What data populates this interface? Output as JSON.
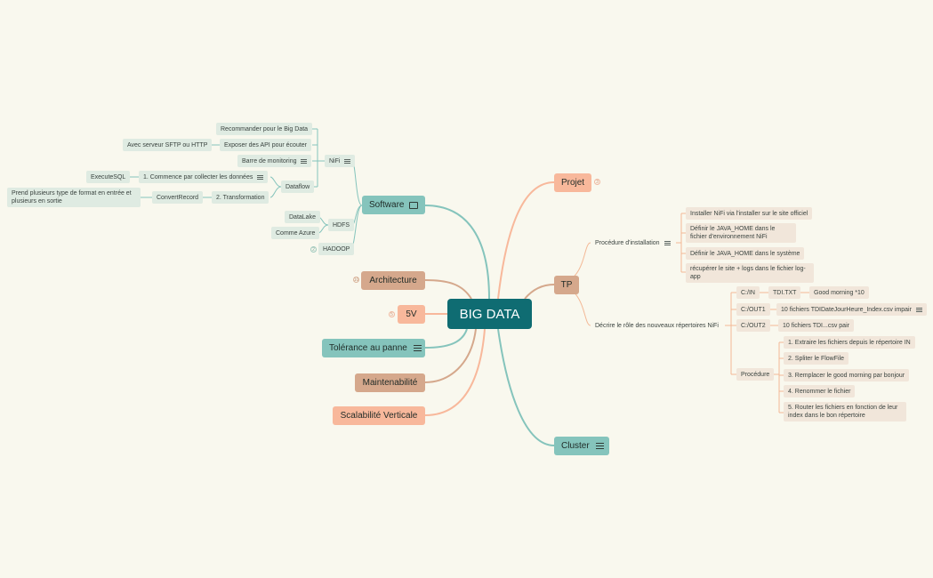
{
  "root": "BIG DATA",
  "nodes": {
    "software": "Software",
    "architecture": "Architecture",
    "fivev": "5V",
    "tolerance": "Tolérance au panne",
    "maintenabilite": "Maintenabilité",
    "scalabilite": "Scalabilité Verticale",
    "projet": "Projet",
    "tp": "TP",
    "cluster": "Cluster"
  },
  "software": {
    "nifi": "NiFi",
    "recommander": "Recommander pour le Big Data",
    "exposer": "Exposer des API pour écouter",
    "sftp": "Avec serveur SFTP ou HTTP",
    "barre": "Barre de monitoring",
    "dataflow": "Dataflow",
    "commence": "1. Commence par collecter les données",
    "executesql": "ExecuteSQL",
    "transformation": "2. Transformation",
    "convertrecord": "ConvertRecord",
    "formats": "Prend plusieurs type de format en entrée et plusieurs en sortie",
    "hdfs": "HDFS",
    "datalake": "DataLake",
    "azure": "Comme Azure",
    "hadoop": "HADOOP"
  },
  "tp": {
    "installation": "Procédure d'installation",
    "install_items": [
      "Installer NiFi via l'installer sur le site officiel",
      "Définir le JAVA_HOME dans le fichier d'environnement NiFi",
      "Définir le JAVA_HOME dans le système",
      "récupérer le site + logs dans le fichier log-app"
    ],
    "decrire": "Décrire le rôle des nouveaux répertoires NiFi",
    "cin": "C:/IN",
    "tdi_txt": "TDI.TXT",
    "good_morning": "Good morning *10",
    "cout1": "C:/OUT1",
    "out1_desc": "10 fichiers TDIDateJourHeure_Index.csv impair",
    "cout2": "C:/OUT2",
    "out2_desc": "10 fichiers TDI...csv pair",
    "procedure": "Procédure",
    "steps": [
      "1. Extraire les fichiers depuis le répertoire IN",
      "2. Spliter le FlowFile",
      "3. Remplacer le good morning par bonjour",
      "4. Renommer le fichier",
      "5. Router les fichiers en fonction de leur index dans le bon répertoire"
    ]
  },
  "badges": {
    "projet": "3",
    "architecture": "10",
    "fivev": "5",
    "hadoop": "2"
  }
}
